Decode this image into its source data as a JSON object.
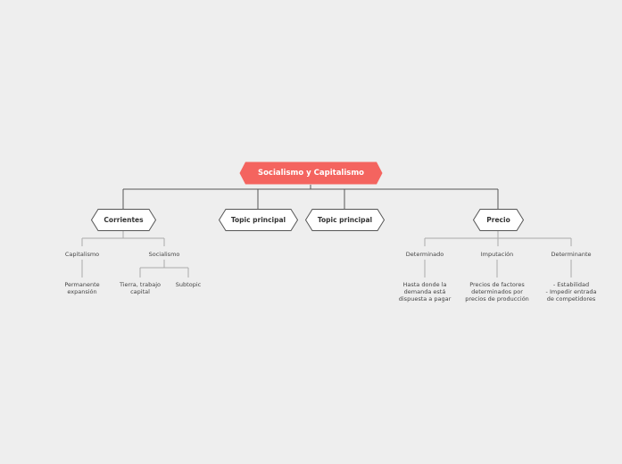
{
  "root": {
    "label": "Socialismo y Capitalismo",
    "color": "#f4645f"
  },
  "main_topics": [
    {
      "label": "Corrientes"
    },
    {
      "label": "Topic principal"
    },
    {
      "label": "Topic principal"
    },
    {
      "label": "Precio"
    }
  ],
  "corrientes": {
    "capitalismo": "Capitalismo",
    "capitalismo_detail": "Permanente expansión",
    "socialismo": "Socialismo",
    "socialismo_detail_1": "Tierra, trabajo capital",
    "socialismo_detail_2": "Subtopic"
  },
  "precio": {
    "determinado": "Determinado",
    "determinado_detail": "Hasta donde la demanda está dispuesta a pagar",
    "imputacion": "Imputación",
    "imputacion_detail": "Precios de factores determinados por precios de producción",
    "determinante": "Determinante",
    "determinante_detail": "- Estabilidad\n- Impedir entrada de competidores"
  }
}
